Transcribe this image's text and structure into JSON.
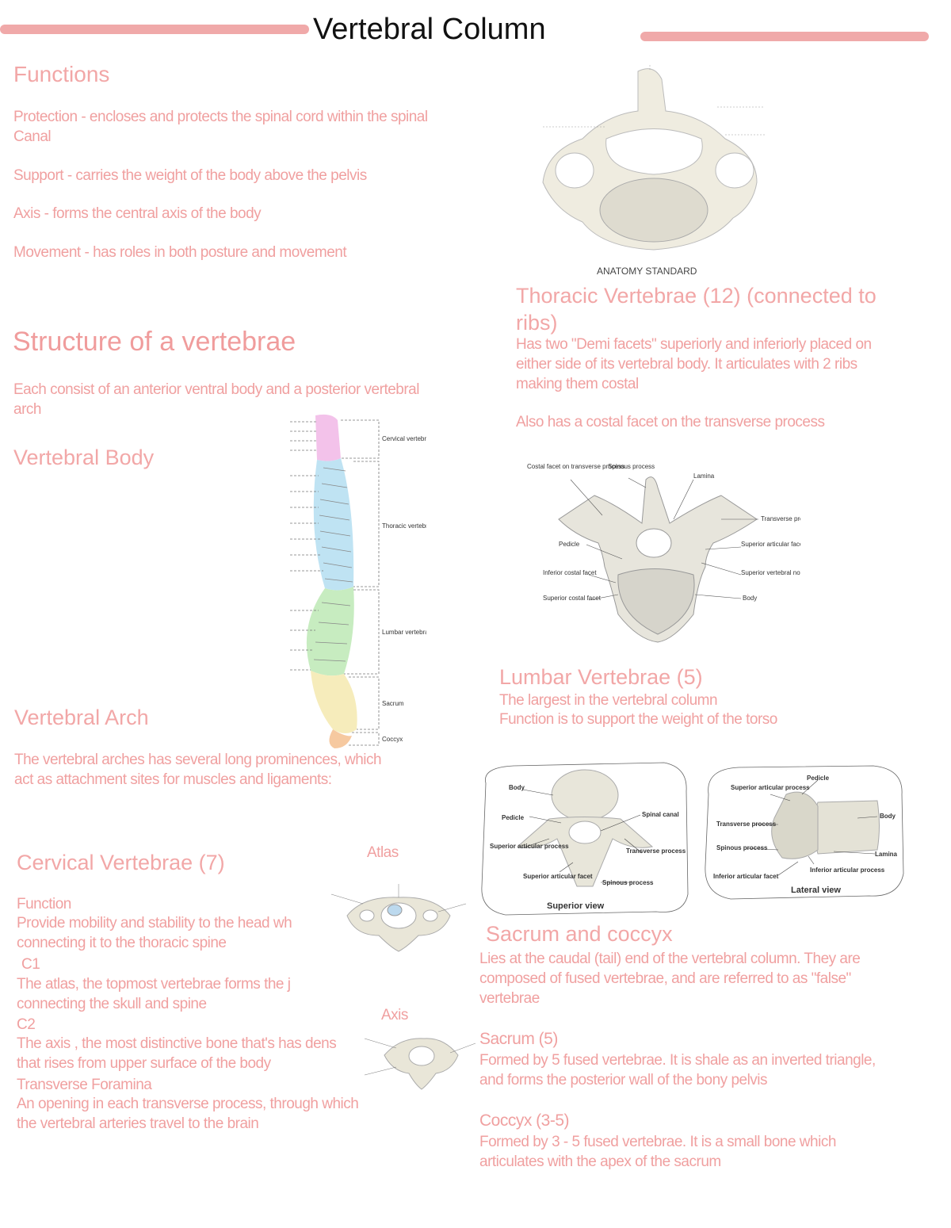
{
  "title": "Vertebral Column",
  "colors": {
    "accent": "#f0a9a9",
    "text": "#f0a0a0",
    "title": "#111111"
  },
  "functions": {
    "heading": "Functions",
    "items": [
      "Protection - encloses and protects the spinal cord within the spinal Canal",
      "Support - carries the weight of the body above the pelvis",
      "Axis - forms the central axis of the body",
      "Movement - has roles in both posture and movement"
    ]
  },
  "structure": {
    "heading": "Structure of a vertebrae",
    "intro": "Each consist of an anterior ventral body and a posterior vertebral arch"
  },
  "vertebral_body": {
    "heading": "Vertebral Body"
  },
  "vertebral_arch": {
    "heading": "Vertebral Arch",
    "text": "The vertebral arches has several long prominences, which act as attachment sites for muscles and ligaments:"
  },
  "cervical": {
    "heading": "Cervical Vertebrae (7)",
    "function_label": "Function",
    "function_text": "Provide mobility and stability to the head wh connecting it to the thoracic spine",
    "c1_label": "C1",
    "c1_text": "The atlas, the topmost vertebrae forms the j connecting the skull and spine",
    "c2_label": "C2",
    "c2_text": "The axis , the most distinctive bone that's has dens that rises from upper surface of the body",
    "tf_label": "Transverse Foramina",
    "tf_text": "An opening in each transverse process, through which the vertebral arteries travel to the brain",
    "atlas_caption": "Atlas",
    "axis_caption": "Axis"
  },
  "thoracic": {
    "heading": "Thoracic Vertebrae (12) (connected to ribs)",
    "text1": "Has two \"Demi facets\" superiorly and inferiorly placed on either side of its vertebral body. It articulates with 2 ribs making them costal",
    "text2": "Also has a costal facet on the transverse process",
    "figure_credit": "ANATOMY STANDARD",
    "figure_labels": {
      "costal_facet_tp": "Costal facet on transverse process",
      "spinous": "Spinous process",
      "lamina": "Lamina",
      "transverse": "Transverse process",
      "pedicle": "Pedicle",
      "sup_art": "Superior articular facet",
      "inf_costal": "Inferior costal facet",
      "sup_notch": "Superior vertebral notch",
      "sup_costal": "Superior costal facet",
      "body": "Body"
    }
  },
  "lumbar": {
    "heading": "Lumbar Vertebrae (5)",
    "line1": "The largest in the vertebral column",
    "line2": "Function is to support the weight of the torso",
    "superior": {
      "view": "Superior view",
      "body": "Body",
      "pedicle": "Pedicle",
      "spinal_canal": "Spinal canal",
      "sup_art": "Superior articular process",
      "transverse": "Transverse process",
      "sup_facet": "Superior articular facet",
      "spinous": "Spinous process"
    },
    "lateral": {
      "view": "Lateral view",
      "pedicle": "Pedicle",
      "sup_art": "Superior articular process",
      "body": "Body",
      "transverse": "Transverse process",
      "spinous": "Spinous process",
      "lamina": "Lamina",
      "inf_facet": "Inferior articular facet",
      "inf_process": "Inferior articular process"
    }
  },
  "sacrum_coccyx": {
    "heading": "Sacrum and coccyx",
    "text": "Lies at the caudal (tail) end of the vertebral column. They are composed of fused vertebrae, and are referred to as \"false\" vertebrae",
    "sacrum_heading": "Sacrum (5)",
    "sacrum_text": "Formed by 5 fused vertebrae. It is shale as an inverted triangle, and forms the posterior wall of the bony pelvis",
    "coccyx_heading": "Coccyx (3-5)",
    "coccyx_text": "Formed by 3 - 5 fused vertebrae. It is a small bone which articulates with the apex of the sacrum"
  },
  "spine_figure": {
    "regions": [
      "Cervical vertebrae",
      "Thoracic vertebrae",
      "Lumbar vertebrae",
      "Sacrum",
      "Coccyx"
    ],
    "region_colors": [
      "#f3c2ea",
      "#bfe3f3",
      "#c7ecc0",
      "#f6ecbb",
      "#f6c9a0"
    ]
  }
}
